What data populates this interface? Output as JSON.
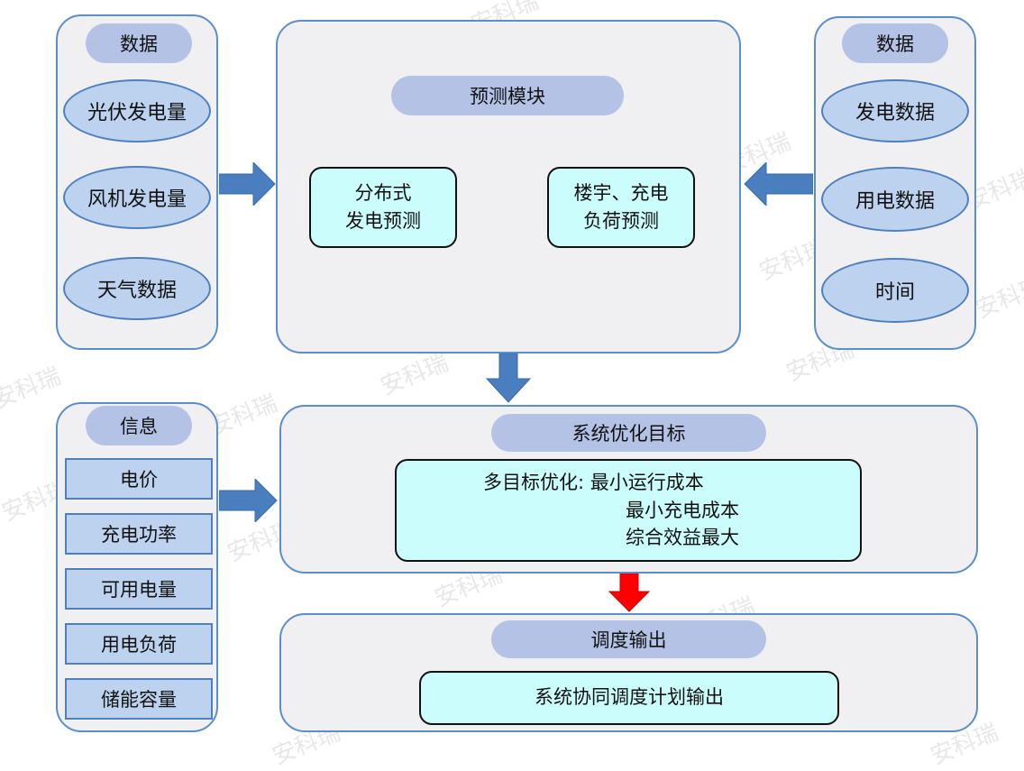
{
  "watermark": "安科瑞",
  "left_data": {
    "title": "数据",
    "items": [
      "光伏发电量",
      "风机发电量",
      "天气数据"
    ]
  },
  "prediction": {
    "title": "预测模块",
    "box_left": [
      "分布式",
      "发电预测"
    ],
    "box_right": [
      "楼宇、充电",
      "负荷预测"
    ]
  },
  "right_data": {
    "title": "数据",
    "items": [
      "发电数据",
      "用电数据",
      "时间"
    ]
  },
  "info": {
    "title": "信息",
    "items": [
      "电价",
      "充电功率",
      "可用电量",
      "用电负荷",
      "储能容量"
    ]
  },
  "optimization": {
    "title": "系统优化目标",
    "prefix": "多目标优化:",
    "goals": [
      "最小运行成本",
      "最小充电成本",
      "综合效益最大"
    ]
  },
  "dispatch": {
    "title": "调度输出",
    "content": "系统协同调度计划输出"
  },
  "colors": {
    "panel_border": "#5b8fc9",
    "pill": "#b4c2e6",
    "node_fill": "#bcd2ee",
    "result_fill": "#ccfdfd",
    "flow_arrow": "#4a7fbf",
    "output_arrow": "#ff0000"
  }
}
